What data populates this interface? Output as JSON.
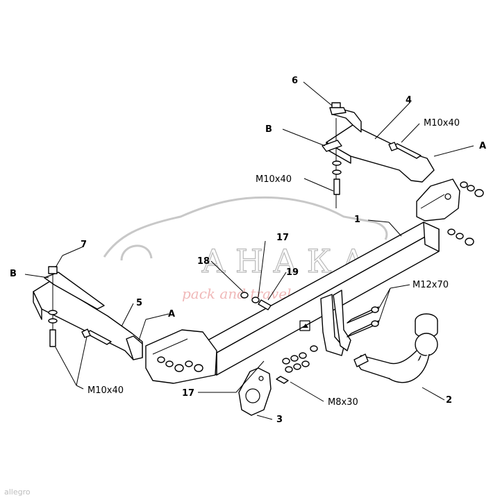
{
  "watermark": {
    "brand": "АНАКА",
    "tagline": "pack and travel"
  },
  "footer": {
    "source": "allegro"
  },
  "callouts": {
    "c1": "1",
    "c2": "2",
    "c3": "3",
    "c4": "4",
    "c5": "5",
    "c6": "6",
    "c7": "7",
    "c17a": "17",
    "c17b": "17",
    "c18": "18",
    "c19": "19",
    "bolt_m10x40_top": "M10x40",
    "bolt_m10x40_mid": "M10x40",
    "bolt_m10x40_left": "M10x40",
    "bolt_m12x70": "M12x70",
    "bolt_m8x30": "M8x30",
    "a_right": "A",
    "a_left": "A",
    "b_right": "B",
    "b_left": "B"
  }
}
